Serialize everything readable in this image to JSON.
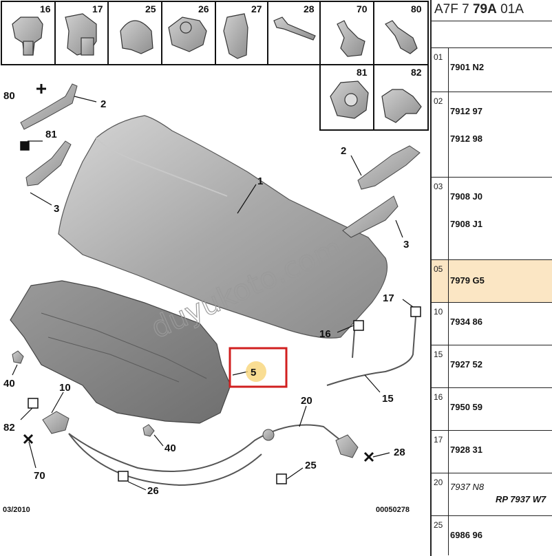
{
  "diagram": {
    "clip_box_numbers": [
      "16",
      "17",
      "25",
      "26",
      "27",
      "28",
      "70",
      "80",
      "81",
      "82"
    ],
    "callouts": {
      "c1": "1",
      "c2a": "2",
      "c2b": "2",
      "c3a": "3",
      "c3b": "3",
      "c5": "5",
      "c10": "10",
      "c16": "16",
      "c17": "17",
      "c15": "15",
      "c20": "20",
      "c25": "25",
      "c26": "26",
      "c28": "28",
      "c40a": "40",
      "c40b": "40",
      "c70": "70",
      "c80": "80",
      "c81": "81",
      "c82": "82"
    },
    "footer_left": "03/2010",
    "footer_right": "00050278",
    "watermark": "duyukoto.com",
    "highlight_color": "#d11f1f",
    "badge_color": "#f7d478"
  },
  "panel": {
    "title_prefix": "A7F 7 ",
    "title_bold": "79A",
    "title_suffix": " 01A",
    "rows": [
      {
        "idx": "01",
        "codes": [
          "7901 N2"
        ]
      },
      {
        "idx": "02",
        "codes": [
          "7912 97",
          "7912 98"
        ]
      },
      {
        "idx": "03",
        "codes": [
          "7908 J0",
          "7908 J1"
        ]
      },
      {
        "idx": "05",
        "codes": [
          "7979 G5"
        ],
        "highlight": true
      },
      {
        "idx": "10",
        "codes": [
          "7934 86"
        ]
      },
      {
        "idx": "15",
        "codes": [
          "7927 52"
        ]
      },
      {
        "idx": "16",
        "codes": [
          "7950 59"
        ]
      },
      {
        "idx": "17",
        "codes": [
          "7928 31"
        ]
      },
      {
        "idx": "20",
        "codes": [
          "7937 N8",
          "RP 7937 W7"
        ]
      },
      {
        "idx": "25",
        "codes": [
          "6986 96"
        ]
      }
    ]
  }
}
